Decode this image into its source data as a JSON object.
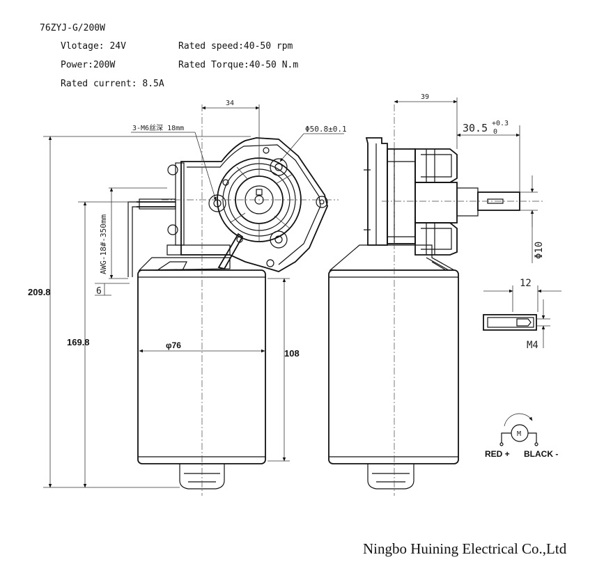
{
  "specs": {
    "model": "76ZYJ-G/200W",
    "voltage": "Vlotage: 24V",
    "power": "Power:200W",
    "current": "Rated current: 8.5A",
    "speed": "Rated speed:40-50 rpm",
    "torque": "Rated Torque:40-50 N.m"
  },
  "dims": {
    "d34": "34",
    "m6": "3-M6丝深 18mm",
    "phi508": "Φ50.8±0.1",
    "awg": "AWG-18#-350mm",
    "six": "6",
    "h2098": "209.8",
    "h1698": "169.8",
    "phi76": "φ76",
    "h108": "108",
    "d39": "39",
    "d305": "30.5",
    "tol_up": "+0.3",
    "tol_low": "0",
    "phi10": "Φ10",
    "d12": "12",
    "m4": "M4"
  },
  "wiring": {
    "motor": "M",
    "red": "RED +",
    "black": "BLACK -"
  },
  "company": "Ningbo Huining Electrical Co.,Ltd"
}
